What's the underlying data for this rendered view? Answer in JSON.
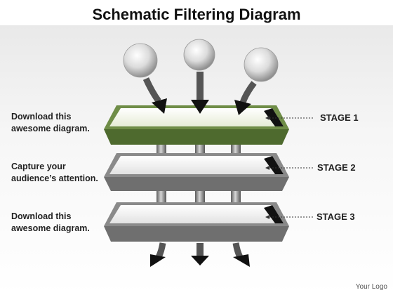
{
  "title": "Schematic Filtering Diagram",
  "descriptions": [
    {
      "line1": "Download this",
      "line2": "awesome diagram."
    },
    {
      "line1": "Capture your",
      "line2": "audience’s attention."
    },
    {
      "line1": "Download this",
      "line2": "awesome diagram."
    }
  ],
  "stages": [
    "STAGE 1",
    "STAGE 2",
    "STAGE 3"
  ],
  "footer": "Your Logo",
  "colors": {
    "stage1_frame": "#5e7a3a",
    "stage_frame": "#7a7a7a",
    "tray_fill": "#f4f6ee"
  }
}
